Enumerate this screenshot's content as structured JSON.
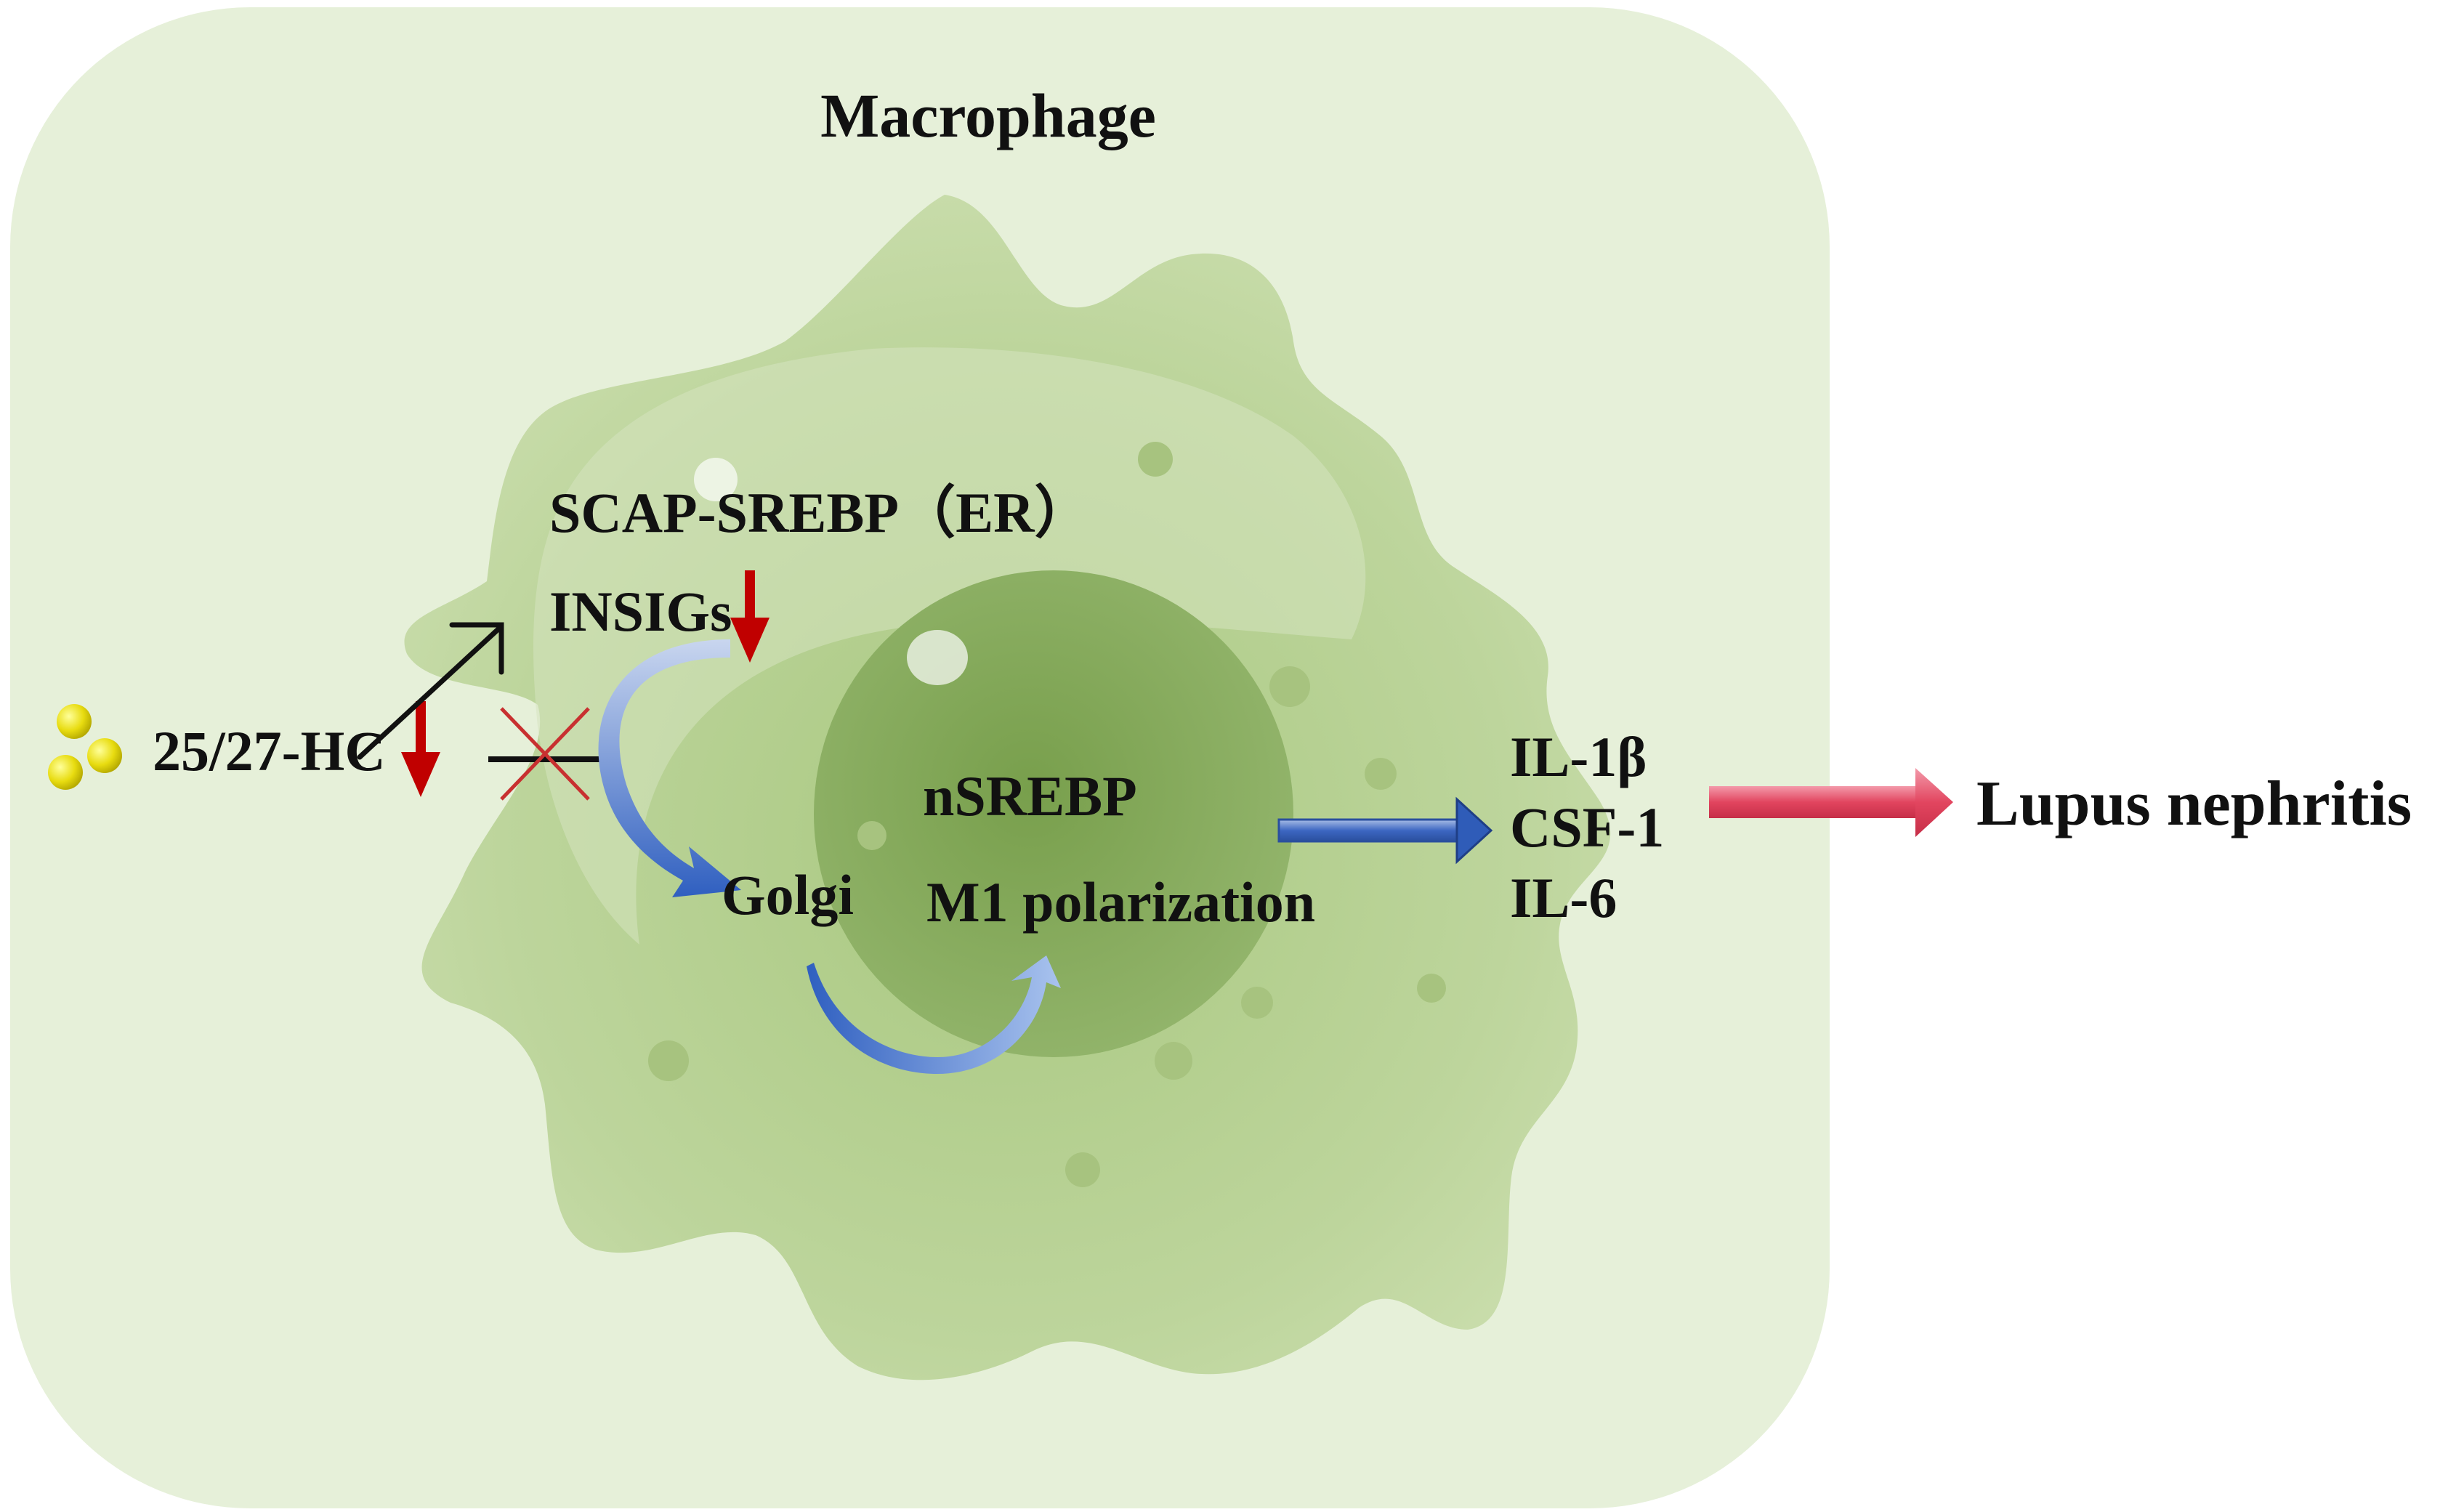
{
  "title": "Macrophage",
  "labels": {
    "scap_srebp": "SCAP-SREBP（ER）",
    "insigs": "INSIGs",
    "hc": "25/27-HC",
    "golgi": "Golgi",
    "nsrebp": "nSREBP",
    "m1": "M1 polarization",
    "il1b": "IL-1β",
    "csf1": "CSF-1",
    "il6": "IL-6",
    "outcome": "Lupus nephritis"
  },
  "colors": {
    "background_panel": "#e6f0d9",
    "cell_body": "#c6daa6",
    "nucleus": "#8fb366",
    "down_arrow": "#c00000",
    "blue_arrow": "#3d67c2",
    "outcome_arrow": "#e0445e",
    "oxysterol_dot": "#e6d800"
  }
}
